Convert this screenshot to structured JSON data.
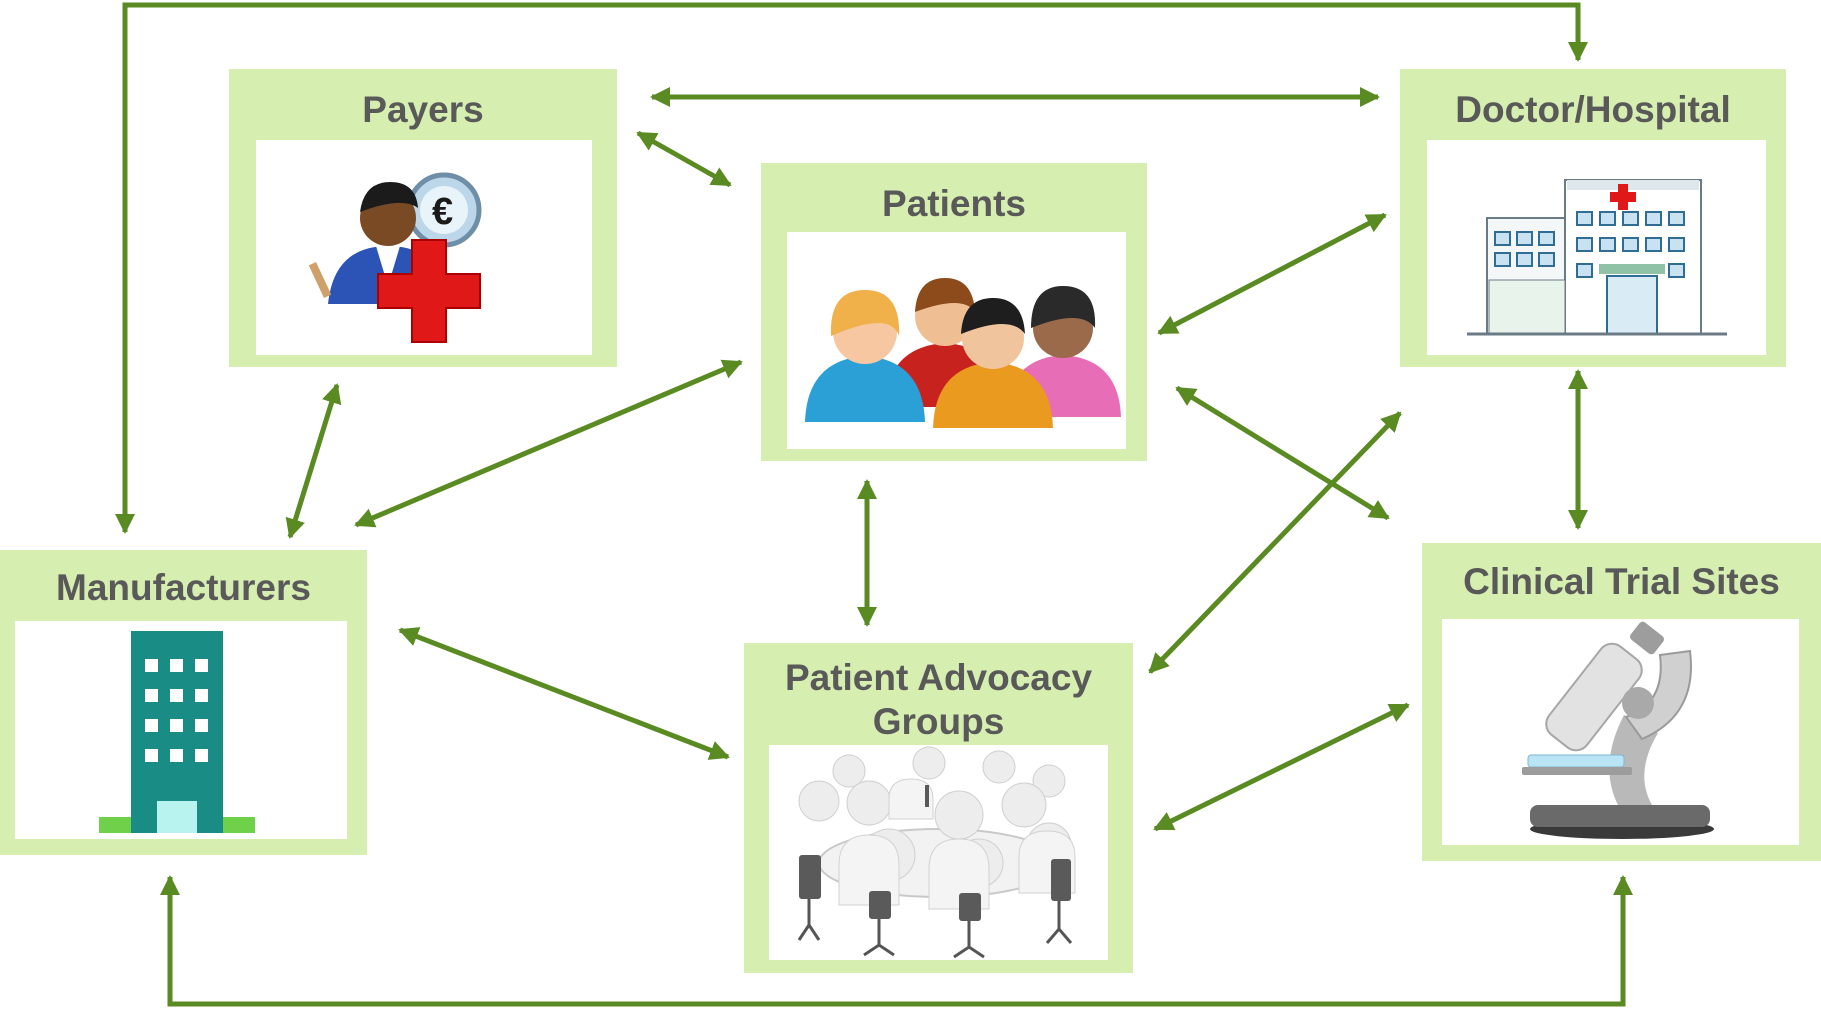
{
  "colors": {
    "edge": "#5a8a22",
    "box": "#d6eeb0",
    "title": "#595959"
  },
  "nodes": {
    "payers": {
      "label": "Payers",
      "icon": "payer-with-euro-and-red-cross-icon"
    },
    "doctor_hospital": {
      "label": "Doctor/Hospital",
      "icon": "hospital-building-icon"
    },
    "patients": {
      "label": "Patients",
      "icon": "patients-group-icon"
    },
    "manufacturers": {
      "label": "Manufacturers",
      "icon": "office-building-icon"
    },
    "patient_advocacy_groups": {
      "label_line1": "Patient Advocacy",
      "label_line2": "Groups",
      "icon": "meeting-table-icon"
    },
    "clinical_trial_sites": {
      "label": "Clinical Trial Sites",
      "icon": "microscope-icon"
    }
  },
  "edges": [
    {
      "id": "payers-doctor",
      "from": "payers",
      "to": "doctor_hospital",
      "direction": "both"
    },
    {
      "id": "payers-patients",
      "from": "payers",
      "to": "patients",
      "direction": "both"
    },
    {
      "id": "payers-manufacturers",
      "from": "payers",
      "to": "manufacturers",
      "direction": "both"
    },
    {
      "id": "patients-manufacturers",
      "from": "patients",
      "to": "manufacturers",
      "direction": "both"
    },
    {
      "id": "patients-doctor",
      "from": "patients",
      "to": "doctor_hospital",
      "direction": "both"
    },
    {
      "id": "patients-clinical",
      "from": "patients",
      "to": "clinical_trial_sites",
      "direction": "both"
    },
    {
      "id": "patients-advocacy",
      "from": "patients",
      "to": "patient_advocacy_groups",
      "direction": "both"
    },
    {
      "id": "doctor-clinical",
      "from": "doctor_hospital",
      "to": "clinical_trial_sites",
      "direction": "both"
    },
    {
      "id": "doctor-advocacy",
      "from": "doctor_hospital",
      "to": "patient_advocacy_groups",
      "direction": "both"
    },
    {
      "id": "manufacturers-advocacy",
      "from": "manufacturers",
      "to": "patient_advocacy_groups",
      "direction": "both"
    },
    {
      "id": "advocacy-clinical",
      "from": "patient_advocacy_groups",
      "to": "clinical_trial_sites",
      "direction": "both"
    },
    {
      "id": "manufacturers-doctor",
      "from": "manufacturers",
      "to": "doctor_hospital",
      "direction": "both"
    },
    {
      "id": "manufacturers-clinical",
      "from": "manufacturers",
      "to": "clinical_trial_sites",
      "direction": "both"
    }
  ]
}
